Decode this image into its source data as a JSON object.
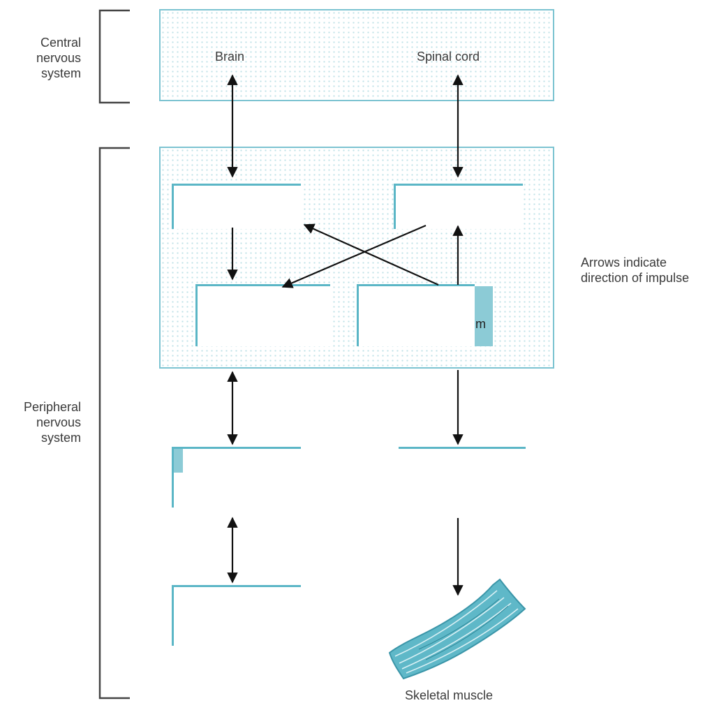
{
  "labels": {
    "central_nervous_system": "Central\nnervous\nsystem",
    "peripheral_nervous_system": "Peripheral\nnervous\nsystem",
    "brain": "Brain",
    "spinal_cord": "Spinal cord",
    "arrows_note": "Arrows indicate\ndirection of impulse",
    "skeletal_muscle": "Skeletal muscle",
    "partial_label": "m"
  },
  "colors": {
    "cns_border": "#7cc3d1",
    "box_border": "#5bb6c6",
    "muscle_fill": "#5fb8c8",
    "muscle_dark": "#3a95a8",
    "arrow": "#111111",
    "bracket": "#444444"
  }
}
